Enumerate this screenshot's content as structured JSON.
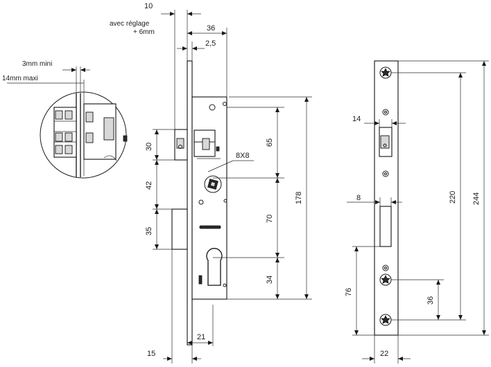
{
  "dimensions": {
    "d10": "10",
    "avec_reglage_line1": "avec réglage",
    "avec_reglage_line2": "+ 6mm",
    "d36": "36",
    "d2_5": "2,5",
    "d3mm_mini": "3mm mini",
    "d14mm_maxi": "14mm maxi",
    "d30": "30",
    "d65": "65",
    "d8x8": "8X8",
    "d42": "42",
    "d178": "178",
    "d70": "70",
    "d35": "35",
    "d34": "34",
    "d21": "21",
    "d15": "15",
    "d14": "14",
    "d8": "8",
    "d220": "220",
    "d244": "244",
    "d76": "76",
    "d36b": "36",
    "d22": "22"
  }
}
